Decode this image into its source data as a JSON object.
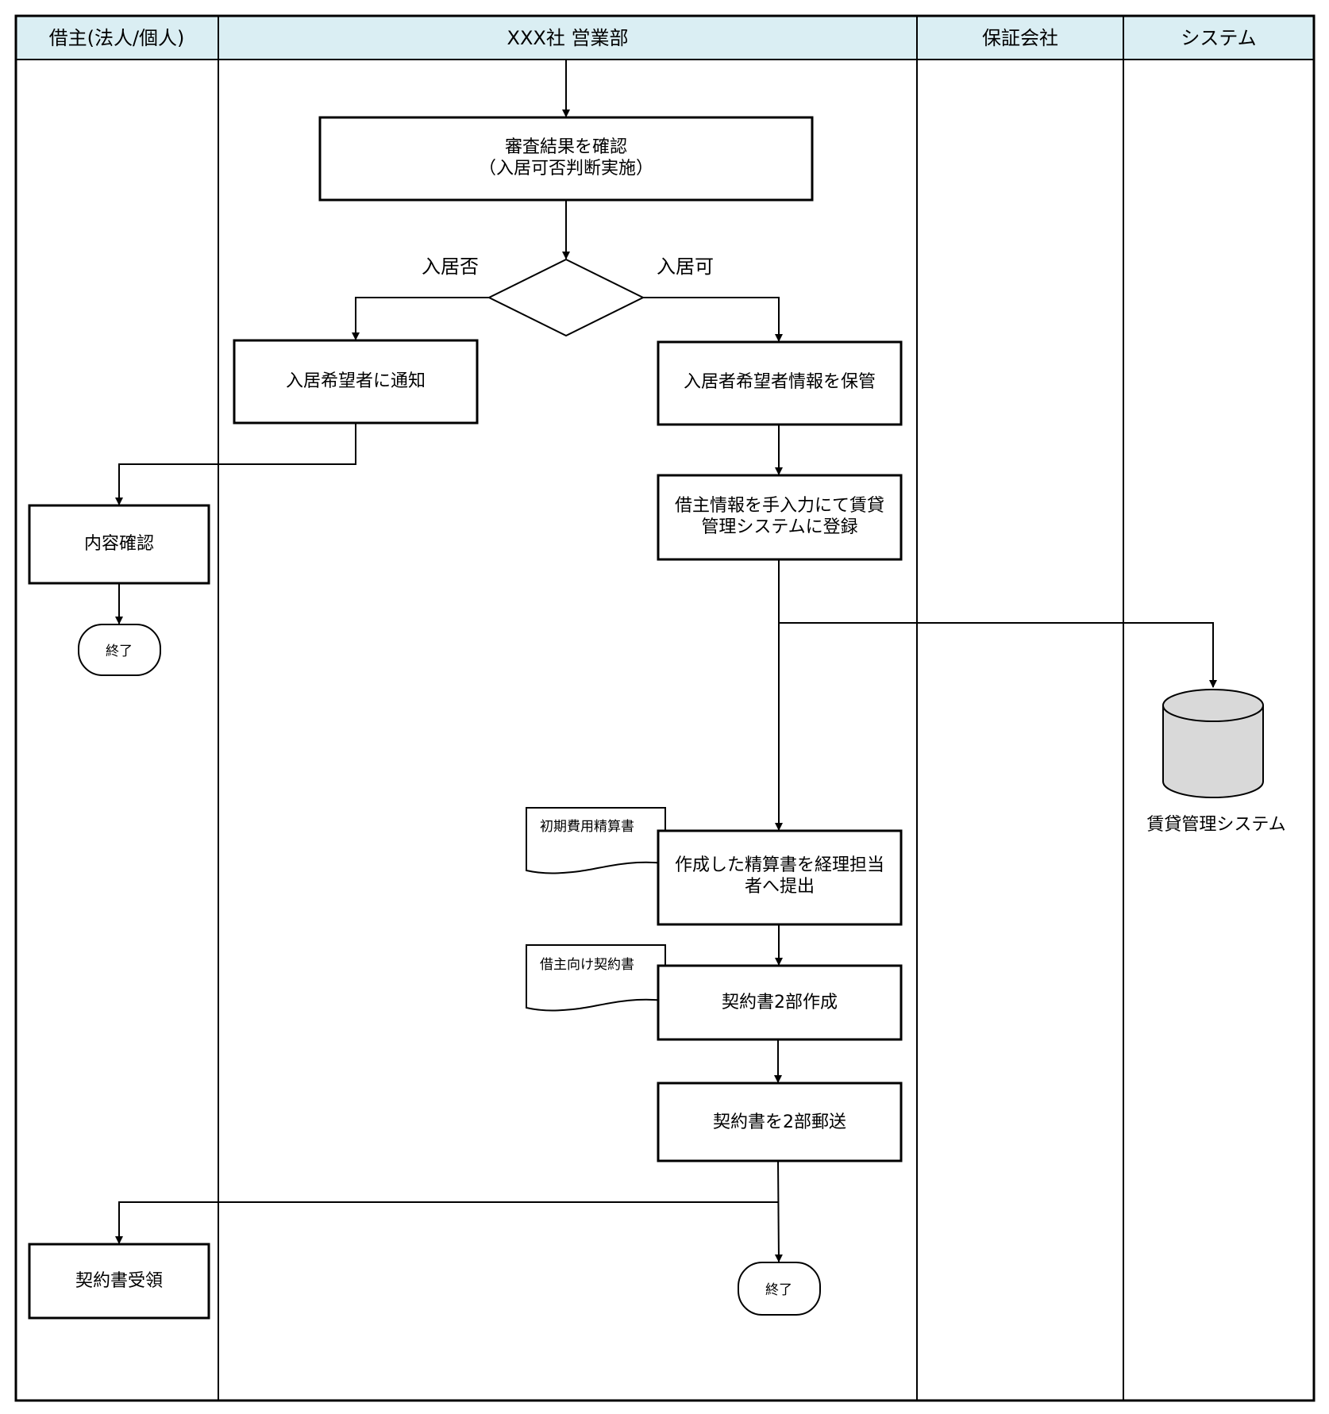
{
  "lanes": {
    "borrower": "借主(法人/個人)",
    "sales": "XXX社 営業部",
    "guarantor": "保証会社",
    "system": "システム"
  },
  "nodes": {
    "review_line1": "審査結果を確認",
    "review_line2": "（入居可否判断実施）",
    "notify": "入居希望者に通知",
    "store_info": "入居者希望者情報を保管",
    "register_line1": "借主情報を手入力にて賃貸",
    "register_line2": "管理システムに登録",
    "submit_line1": "作成した精算書を経理担当",
    "submit_line2": "者へ提出",
    "create_contract": "契約書2部作成",
    "mail_contract": "契約書を2部郵送",
    "confirm": "内容確認",
    "receive_contract": "契約書受領",
    "end_borrower": "終了",
    "end_sales": "終了"
  },
  "labels": {
    "reject": "入居否",
    "accept": "入居可"
  },
  "documents": {
    "settlement": "初期費用精算書",
    "contract": "借主向け契約書"
  },
  "database": {
    "label": "賃貸管理システム"
  },
  "colors": {
    "header_fill": "#daeef3",
    "db_fill": "#d9d9d9",
    "line": "#000000"
  }
}
